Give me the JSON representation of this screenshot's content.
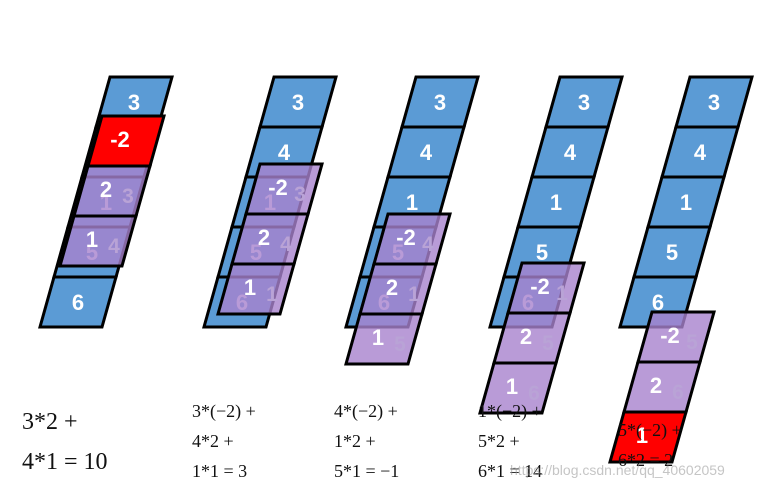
{
  "colors": {
    "blue_fill": "#5b9bd5",
    "purple_fill": "rgba(168,130,205,0.8)",
    "red_fill": "#ff0000",
    "stroke": "#000000",
    "ghost_text": "#b9a3d6"
  },
  "stages": [
    {
      "blue": [
        "3",
        "4",
        "1",
        "5",
        "6"
      ],
      "purple": [
        {
          "label": "-2",
          "color": "red",
          "behind": ""
        },
        {
          "label": "2",
          "color": "purple",
          "behind": "3"
        },
        {
          "label": "1",
          "color": "purple",
          "behind": "4"
        }
      ]
    },
    {
      "blue": [
        "3",
        "4",
        "1",
        "5",
        "6"
      ],
      "purple": [
        {
          "label": "-2",
          "color": "purple",
          "behind": "3"
        },
        {
          "label": "2",
          "color": "purple",
          "behind": "4"
        },
        {
          "label": "1",
          "color": "purple",
          "behind": "1"
        }
      ]
    },
    {
      "blue": [
        "3",
        "4",
        "1",
        "5",
        "6"
      ],
      "purple": [
        {
          "label": "-2",
          "color": "purple",
          "behind": "4"
        },
        {
          "label": "2",
          "color": "purple",
          "behind": "1"
        },
        {
          "label": "1",
          "color": "purple",
          "behind": "5"
        }
      ]
    },
    {
      "blue": [
        "3",
        "4",
        "1",
        "5",
        "6"
      ],
      "purple": [
        {
          "label": "-2",
          "color": "purple",
          "behind": "1"
        },
        {
          "label": "2",
          "color": "purple",
          "behind": "5"
        },
        {
          "label": "1",
          "color": "purple",
          "behind": "6"
        }
      ]
    },
    {
      "blue": [
        "3",
        "4",
        "1",
        "5",
        "6"
      ],
      "purple": [
        {
          "label": "-2",
          "color": "purple",
          "behind": "5"
        },
        {
          "label": "2",
          "color": "purple",
          "behind": "6"
        },
        {
          "label": "1",
          "color": "red",
          "behind": ""
        }
      ]
    }
  ],
  "formulas": {
    "f1": [
      "3*2 +",
      "4*1 = 10"
    ],
    "f2": [
      "3*(−2) +",
      "4*2 +",
      "1*1 = 3"
    ],
    "f3": [
      "4*(−2) +",
      "1*2 +",
      "5*1 = −1"
    ],
    "f4": [
      "1*(−2) +",
      "5*2 +",
      "6*1 = 14"
    ],
    "f5": [
      "5*(−2) +",
      "6*2 = 2"
    ]
  },
  "watermark": "https://blog.csdn.net/qq_40602059"
}
